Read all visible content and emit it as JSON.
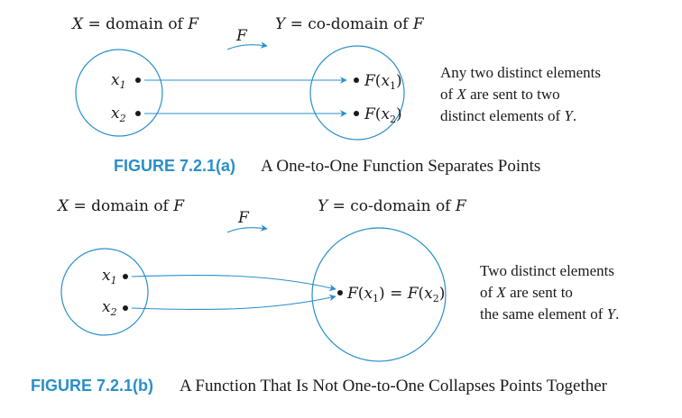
{
  "colors": {
    "accent": "#2a8fc9",
    "text": "#1a1a1a",
    "background": "#ffffff"
  },
  "panel_a": {
    "domain_label": "X = domain of F",
    "codomain_label": "Y = co-domain of F",
    "function_label": "F",
    "x1": "x1",
    "x2": "x2",
    "fx1": "F(x1)",
    "fx2": "F(x2)",
    "note": [
      "Any two distinct elements",
      "of X are sent to two",
      "distinct elements of Y."
    ],
    "caption_id": "FIGURE 7.2.1(a)",
    "caption_text": "A One-to-One Function Separates Points"
  },
  "panel_b": {
    "domain_label": "X = domain of F",
    "codomain_label": "Y = co-domain of F",
    "function_label": "F",
    "x1": "x1",
    "x2": "x2",
    "image": "F(x1) = F(x2)",
    "note": [
      "Two distinct elements",
      "of X are sent to",
      "the same element of Y."
    ],
    "caption_id": "FIGURE 7.2.1(b)",
    "caption_text": "A Function That Is Not One-to-One Collapses Points Together"
  }
}
